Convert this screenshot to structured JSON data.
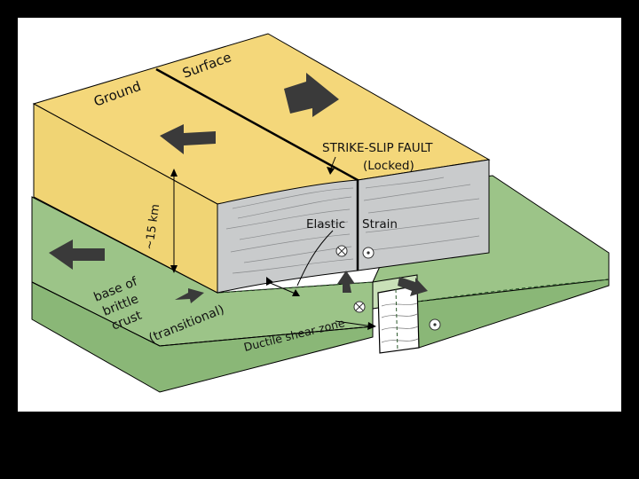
{
  "labels": {
    "ground": "Ground",
    "surface": "Surface",
    "fault_title": "STRIKE-SLIP FAULT",
    "fault_state": "(Locked)",
    "elastic": "Elastic",
    "strain": "Strain",
    "depth": "~15 km",
    "base_line1": "base of",
    "base_line2": "brittle",
    "base_line3": "crust",
    "base_line4": "(transitional)",
    "ductile": "Ductile shear zone"
  },
  "colors": {
    "background": "#000000",
    "panel": "#ffffff",
    "crust_top": "#f4d77a",
    "crust_side": "#f0d474",
    "ductile_green": "#9cc488",
    "ductile_green_dark": "#8ab777",
    "fault_face": "#c9cbcc",
    "arrow": "#3a3a3a",
    "line": "#000000"
  },
  "icons": {
    "motion_into_page": "circle-x-icon",
    "motion_out_of_page": "circle-dot-icon",
    "motion_arrow": "block-arrow-icon"
  }
}
